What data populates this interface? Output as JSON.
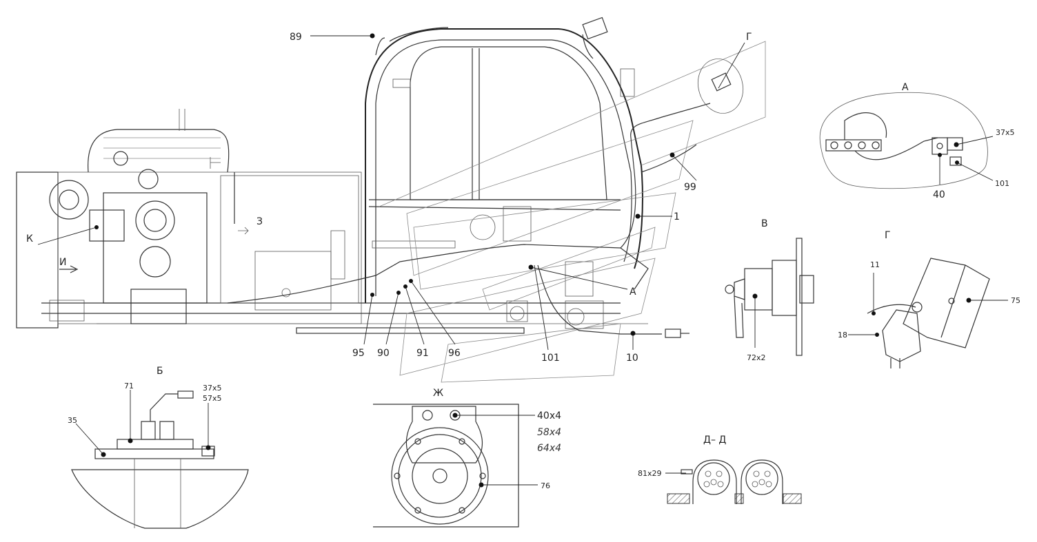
{
  "views": {
    "A": "А",
    "B": "Б",
    "V": "В",
    "G_top": "Г",
    "G_detail": "Г",
    "ZH": "Ж",
    "D": "Д– Д",
    "K": "К",
    "I": "И",
    "Z": "З",
    "A_callout": "А"
  },
  "callouts": {
    "c89": "89",
    "c99": "99",
    "c1": "1",
    "c95": "95",
    "c90": "90",
    "c91": "91",
    "c96": "96",
    "c101_main": "101",
    "c10": "10",
    "a_37x5": "37x5",
    "a_40": "40",
    "a_101": "101",
    "v_72x2": "72x2",
    "g_11": "11",
    "g_18": "18",
    "g_75": "75",
    "b_71": "71",
    "b_35": "35",
    "b_37x5": "37x5",
    "b_57x5": "57x5",
    "zh_40x4": "40x4",
    "zh_58x4": "58x4",
    "zh_64x4": "64x4",
    "zh_76": "76",
    "d_81x29": "81x29"
  }
}
